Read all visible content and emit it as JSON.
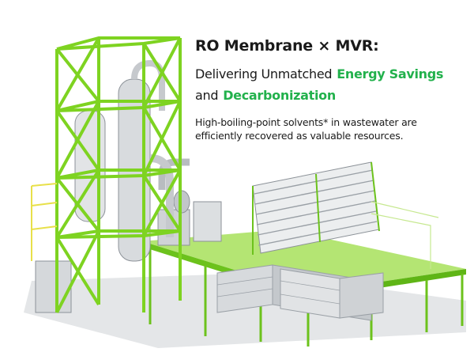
{
  "headline": {
    "title": "RO Membrane × MVR:",
    "line1_prefix": "Delivering Unmatched",
    "line1_highlight": "Energy Savings",
    "line2_prefix": "and",
    "line2_highlight": "Decarbonization",
    "description": "High-boiling-point solvents* in wastewater are efficiently recovered as valuable resources."
  },
  "colors": {
    "highlight": "#22b14c",
    "frame": "#7ed321",
    "equipment": "#c8ccd0",
    "text": "#1a1a1a"
  }
}
